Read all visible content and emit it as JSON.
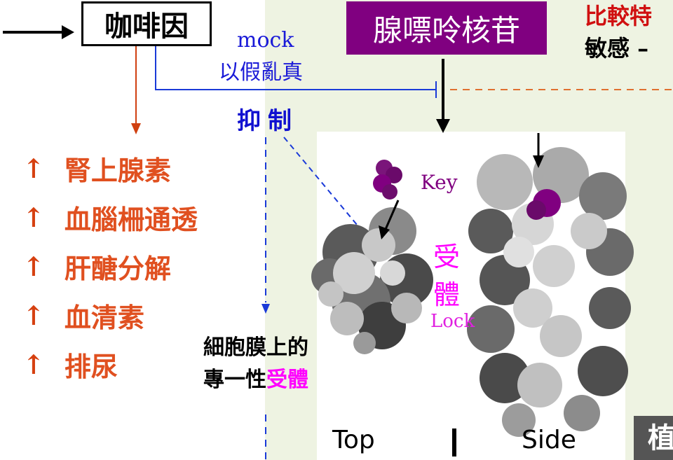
{
  "caffeine": "咖啡因",
  "adenosine": "腺嘌呤核苷",
  "mock_en": "mock",
  "mock_zh": "以假亂真",
  "inhibit": "抑制",
  "effects": [
    {
      "arrow": "↑",
      "label": "腎上腺素"
    },
    {
      "arrow": "↑",
      "label": "血腦柵通透"
    },
    {
      "arrow": "↑",
      "label": "肝醣分解"
    },
    {
      "arrow": "↑",
      "label": "血清素"
    },
    {
      "arrow": "↑",
      "label": "排尿"
    }
  ],
  "membrane_label": {
    "line1": "細胞膜上的",
    "line2_prefix": "專一性",
    "line2_highlight": "受體"
  },
  "key_label": "Key",
  "receptor_label": {
    "char1": "受",
    "char2": "體"
  },
  "lock_label": "Lock",
  "view_labels": {
    "top": "Top",
    "side": "Side"
  },
  "right_text": {
    "line1": "比較特",
    "line2": "敏感 –"
  },
  "corner_text": "植",
  "colors": {
    "caffeine_box": "#ffffff",
    "adenosine_box": "#800080",
    "effect_text": "#e05020",
    "inhibit_blue": "#1010d0",
    "receptor_magenta": "#ff00ff",
    "dashed_orange": "#e07030"
  }
}
